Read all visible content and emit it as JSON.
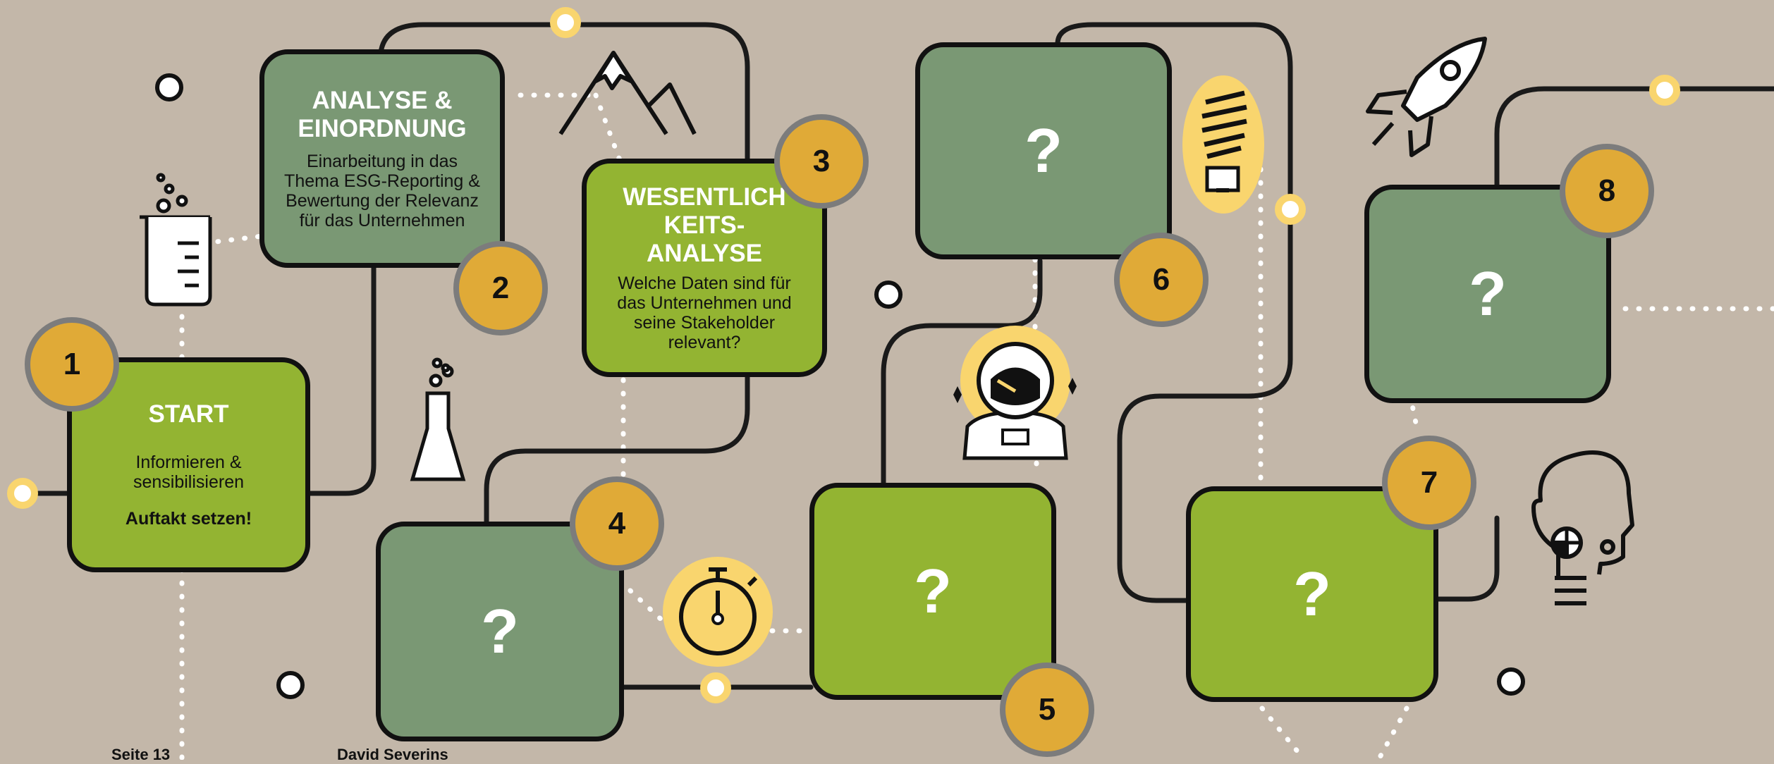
{
  "steps": [
    {
      "number": "1",
      "title": "START",
      "description": "Informieren &\nsensibilisieren",
      "bold": "Auftakt setzen!"
    },
    {
      "number": "2",
      "title": "ANALYSE &\nEINORDNUNG",
      "description": "Einarbeitung in das\nThema ESG-Reporting &\nBewertung der Relevanz\nfür das Unternehmen"
    },
    {
      "number": "3",
      "title": "WESENTLICH\nKEITS-\nANALYSE",
      "description": "Welche Daten sind für\ndas Unternehmen und\nseine Stakeholder\nrelevant?"
    },
    {
      "number": "4",
      "title": "?"
    },
    {
      "number": "5",
      "title": "?"
    },
    {
      "number": "6",
      "title": "?"
    },
    {
      "number": "7",
      "title": "?"
    },
    {
      "number": "8",
      "title": "?"
    }
  ],
  "footer": {
    "page": "Seite 13",
    "author": "David Severins"
  },
  "icons": [
    "beaker-icon",
    "flask-icon",
    "mountain-icon",
    "stopwatch-icon",
    "lightbulb-icon",
    "astronaut-icon",
    "rocket-icon",
    "head-brain-icon"
  ],
  "colors": {
    "background": "#c3b7a9",
    "green_dark": "#7a9874",
    "green_light": "#93b432",
    "badge": "#e0aa37",
    "badge_ring": "#7c7c7c",
    "line": "#1a1a1a",
    "yellow_dot": "#f9d56e"
  }
}
